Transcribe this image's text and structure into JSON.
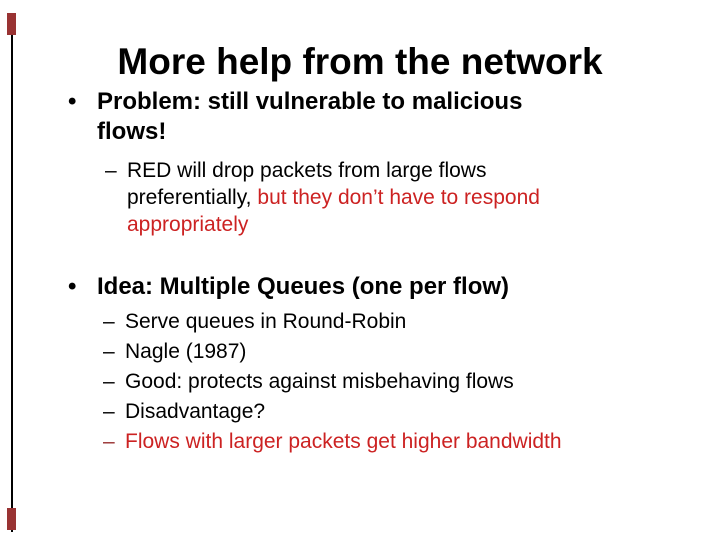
{
  "title": "More help from the network",
  "glyphs": {
    "bullet": "•",
    "dash": "–"
  },
  "colors": {
    "text": "#000000",
    "red": "#cc2222",
    "maroon": "#993333",
    "bar": "#000000"
  },
  "bullet1": {
    "line1": "Problem: still vulnerable to malicious",
    "line2": "flows!"
  },
  "sub1": {
    "line1": "RED will drop packets from large flows",
    "line2_black": "preferentially,",
    "line2_red": "but they don’t have to respond",
    "line3_red": "appropriately"
  },
  "bullet2": {
    "line1": "Idea: Multiple Queues (one per flow)"
  },
  "sub2": {
    "items": [
      {
        "text": "Serve queues in Round-Robin",
        "color": "black"
      },
      {
        "text": "Nagle (1987)",
        "color": "black"
      },
      {
        "text": "Good: protects against misbehaving flows",
        "color": "black"
      },
      {
        "text": "Disadvantage?",
        "color": "black"
      },
      {
        "text": "Flows with larger packets get higher bandwidth",
        "color": "red"
      }
    ]
  }
}
